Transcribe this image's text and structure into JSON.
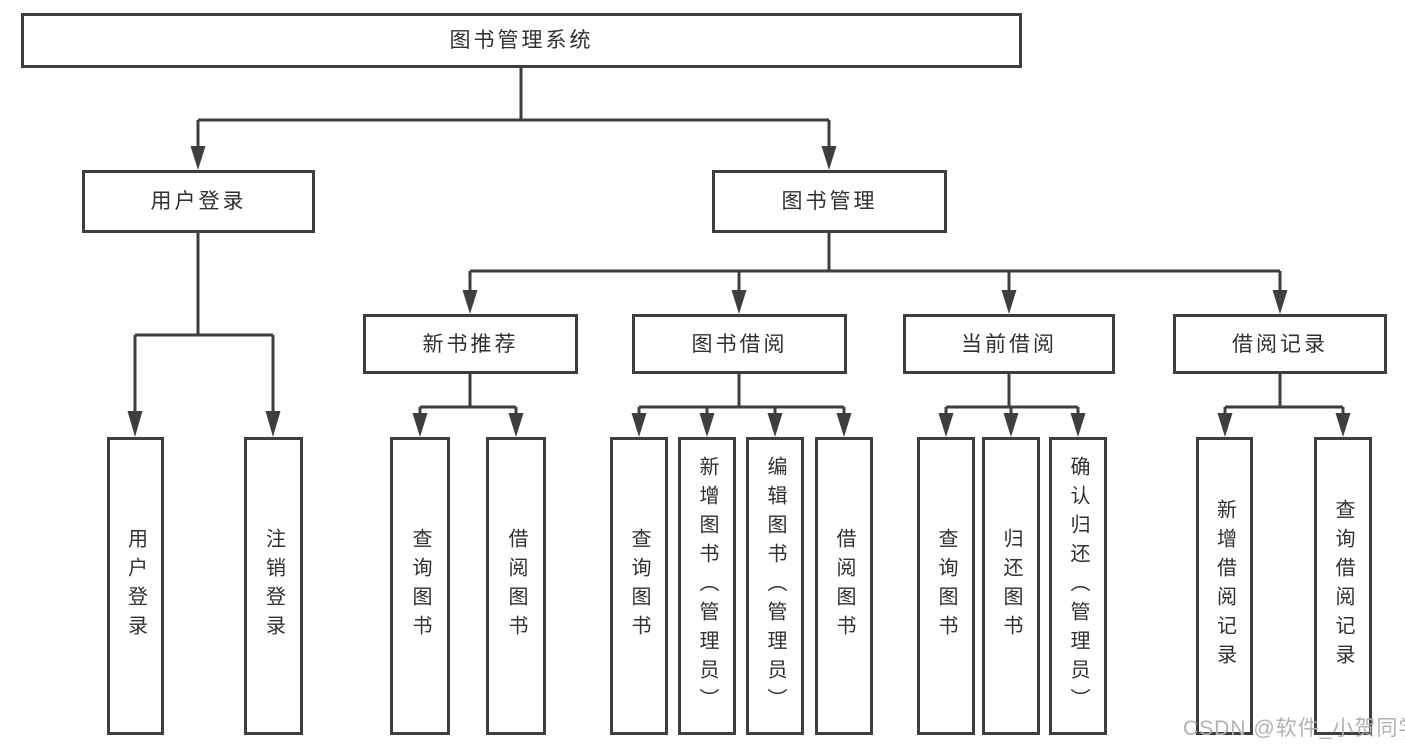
{
  "tree": {
    "root": "图书管理系统",
    "user_login": {
      "label": "用户登录",
      "children": [
        "用户登录",
        "注销登录"
      ]
    },
    "book_mgmt": {
      "label": "图书管理"
    },
    "new_books": {
      "label": "新书推荐",
      "children": [
        "查询图书",
        "借阅图书"
      ]
    },
    "book_borrow": {
      "label": "图书借阅",
      "children": [
        "查询图书",
        "新增图书（管理员）",
        "编辑图书（管理员）",
        "借阅图书"
      ]
    },
    "current_borrow": {
      "label": "当前借阅",
      "children": [
        "查询图书",
        "归还图书",
        "确认归还（管理员）"
      ]
    },
    "borrow_records": {
      "label": "借阅记录",
      "children": [
        "新增借阅记录",
        "查询借阅记录"
      ]
    }
  },
  "watermark": "CSDN @软件_小贺同学",
  "colors": {
    "line": "#3e3e3e",
    "text": "#303030",
    "watermark": "#b2b2b2",
    "background": "#ffffff"
  }
}
